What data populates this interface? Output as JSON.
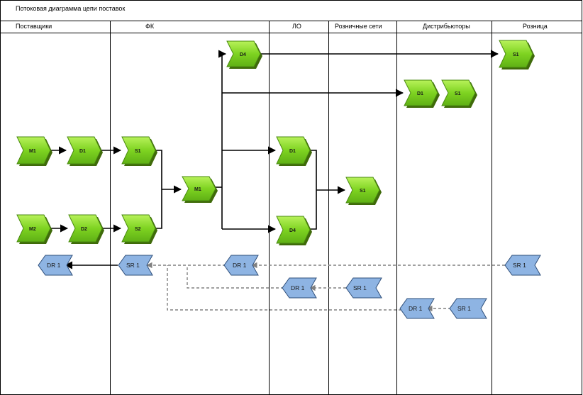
{
  "diagram": {
    "title": "Потоковая диаграмма цепи поставок",
    "lanes": [
      {
        "label": "Поставщики"
      },
      {
        "label": "ФК"
      },
      {
        "label": "ЛО"
      },
      {
        "label": "Розничные сети"
      },
      {
        "label": "Дистрибьюторы"
      },
      {
        "label": "Розница"
      }
    ],
    "forward_nodes": [
      {
        "id": "m1-supplier-a",
        "label": "M1"
      },
      {
        "id": "d1-supplier-a",
        "label": "D1"
      },
      {
        "id": "m2-supplier-b",
        "label": "M2"
      },
      {
        "id": "d2-supplier-b",
        "label": "D2"
      },
      {
        "id": "s1-fk",
        "label": "S1"
      },
      {
        "id": "s2-fk",
        "label": "S2"
      },
      {
        "id": "m1-fk",
        "label": "M1"
      },
      {
        "id": "d4-top",
        "label": "D4"
      },
      {
        "id": "d1-lo",
        "label": "D1"
      },
      {
        "id": "d4-lo",
        "label": "D4"
      },
      {
        "id": "s1-retail-chains",
        "label": "S1"
      },
      {
        "id": "d1-distributors",
        "label": "D1"
      },
      {
        "id": "s1-distributors",
        "label": "S1"
      },
      {
        "id": "s1-retail",
        "label": "S1"
      }
    ],
    "return_nodes": [
      {
        "id": "dr1-suppliers",
        "label": "DR 1"
      },
      {
        "id": "sr1-fk",
        "label": "SR 1"
      },
      {
        "id": "dr1-lo",
        "label": "DR 1"
      },
      {
        "id": "sr1-retail",
        "label": "SR 1"
      },
      {
        "id": "dr1-lo-lane",
        "label": "DR 1"
      },
      {
        "id": "sr1-retail-chains",
        "label": "SR 1"
      },
      {
        "id": "dr1-distributors",
        "label": "DR 1"
      },
      {
        "id": "sr1-distributors",
        "label": "SR 1"
      }
    ],
    "colors": {
      "forward_fill": "#7ed321",
      "forward_stroke": "#4a8a10",
      "return_fill": "#8eb4e3",
      "return_stroke": "#2f4f7a",
      "flow_line": "#000000",
      "return_line": "#808080"
    }
  }
}
